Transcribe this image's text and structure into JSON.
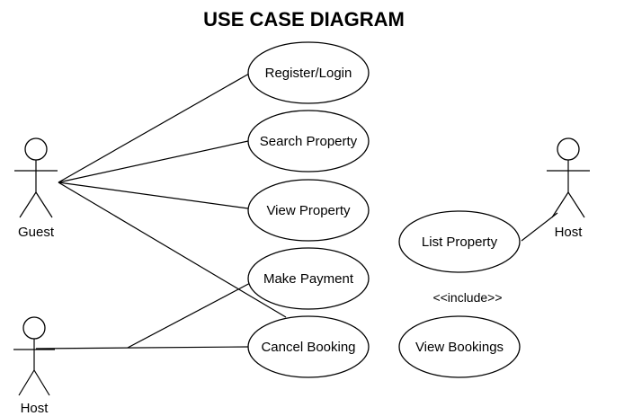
{
  "title": "USE CASE DIAGRAM",
  "actors": {
    "guest": "Guest",
    "host_left": "Host",
    "host_right": "Host"
  },
  "use_cases": {
    "register_login": "Register/Login",
    "search_property": "Search Property",
    "view_property": "View Property",
    "make_payment": "Make Payment",
    "cancel_booking": "Cancel Booking",
    "list_property": "List Property",
    "view_bookings": "View Bookings"
  },
  "relationships": {
    "include": "<<include>>"
  }
}
